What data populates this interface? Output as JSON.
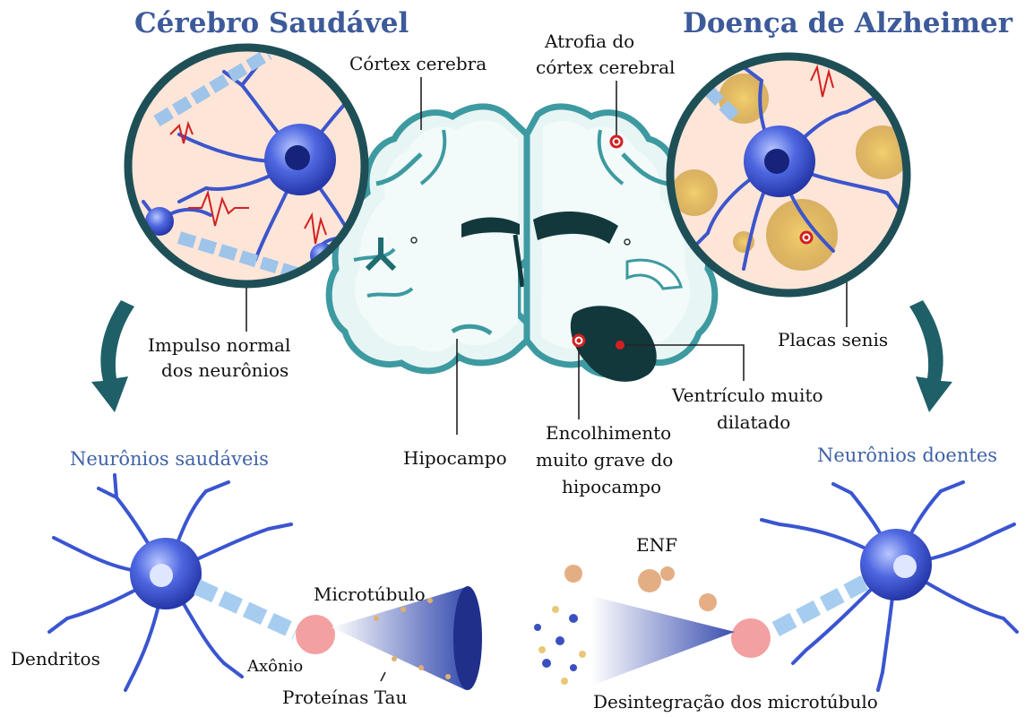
{
  "titles": {
    "healthy": "Cérebro Saudável",
    "alzheimer": "Doença de Alzheimer"
  },
  "labels": {
    "cortex": "Córtex cerebra",
    "cortex_atrophy": [
      "Atrofia do",
      "córtex cerebral"
    ],
    "impulse": [
      "Impulso normal",
      "dos neurônios"
    ],
    "plaques": "Placas senis",
    "ventricle": [
      "Ventrículo muito",
      "dilatado"
    ],
    "hippocampus": "Hipocampo",
    "shrinkage": [
      "Encolhimento",
      "muito grave do",
      "hipocampo"
    ],
    "enf": "ENF",
    "microtubule": "Microtúbulo",
    "dendrites": "Dendritos",
    "axon": "Axônio",
    "tau": "Proteínas Tau",
    "disintegration": "Desintegração dos microtúbulo"
  },
  "subtitles": {
    "healthy_neurons": "Neurônios saudáveis",
    "sick_neurons": "Neurônios doentes"
  },
  "colors": {
    "title": "#3d5a9a",
    "neuron": "#3a55d0",
    "brain_edge": "#3d9aa0",
    "arrow": "#1f5f68",
    "marker": "#d32020"
  }
}
